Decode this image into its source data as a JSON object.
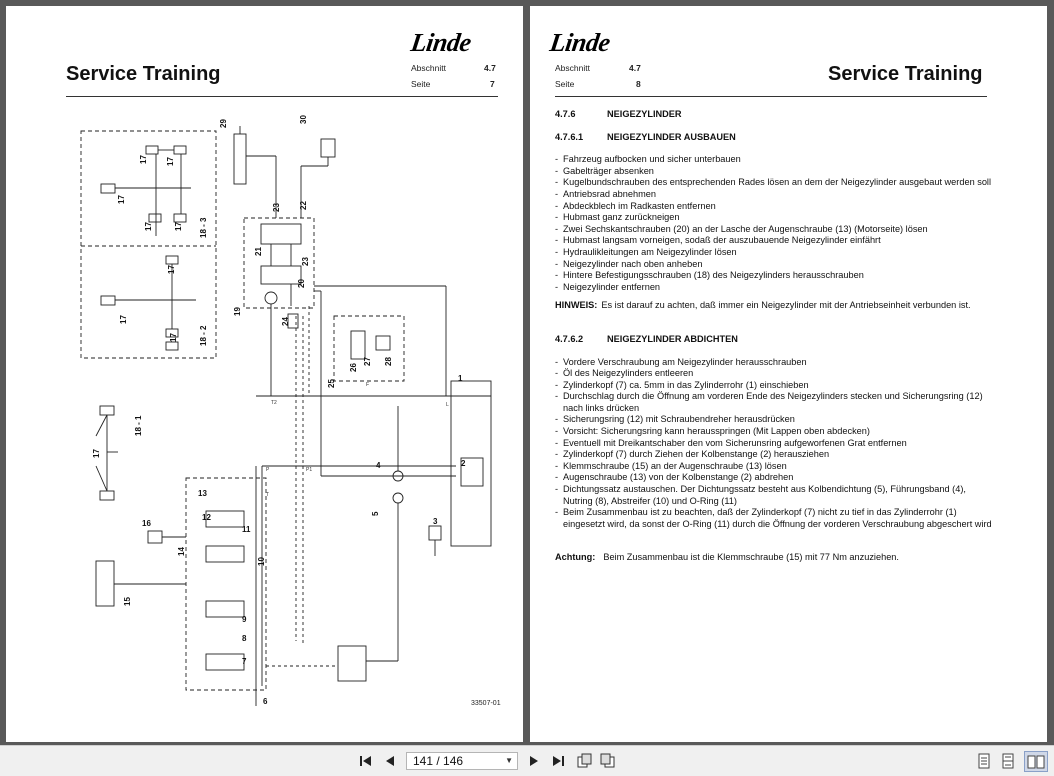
{
  "left_page": {
    "logo": "Linde",
    "title": "Service Training",
    "section_label": "Abschnitt",
    "section_value": "4.7",
    "page_label": "Seite",
    "page_value": "7",
    "figure_code": "33507-01",
    "callouts": [
      "29",
      "30",
      "17",
      "17",
      "17",
      "17",
      "18 - 3",
      "23",
      "22",
      "21",
      "23",
      "20",
      "19",
      "24",
      "27",
      "26",
      "28",
      "25",
      "1",
      "17",
      "17",
      "17",
      "18 - 2",
      "18 - 1",
      "17",
      "4",
      "2",
      "5",
      "3",
      "16",
      "13",
      "12",
      "11",
      "14",
      "15",
      "10",
      "9",
      "8",
      "7",
      "6",
      "P",
      "P1",
      "L",
      "T",
      "T2",
      "F"
    ]
  },
  "right_page": {
    "logo": "Linde",
    "title": "Service Training",
    "section_label": "Abschnitt",
    "section_value": "4.7",
    "page_label": "Seite",
    "page_value": "8",
    "h1": {
      "num": "4.7.6",
      "text": "NEIGEZYLINDER"
    },
    "h2": {
      "num": "4.7.6.1",
      "text": "NEIGEZYLINDER AUSBAUEN"
    },
    "list1": [
      "Fahrzeug aufbocken und sicher unterbauen",
      "Gabelträger absenken",
      "Kugelbundschrauben des entsprechenden Rades lösen an dem der Neigezylinder ausgebaut werden soll",
      "Antriebsrad abnehmen",
      "Abdeckblech im Radkasten entfernen",
      "Hubmast ganz zurückneigen",
      "Zwei Sechskantschrauben (20) an der Lasche der Augenschraube (13) (Motorseite) lösen",
      "Hubmast langsam vorneigen, sodaß der auszubauende Neigezylinder einfährt",
      "Hydraulikleitungen am Neigezylinder lösen",
      "Neigezylinder nach oben anheben",
      "Hintere Befestigungsschrauben (18) des Neigezylinders herausschrauben",
      "Neigezylinder entfernen"
    ],
    "hinweis_label": "HINWEIS:",
    "hinweis_text": "Es ist darauf zu achten, daß immer ein Neigezylinder mit der Antriebseinheit verbunden ist.",
    "h3": {
      "num": "4.7.6.2",
      "text": "NEIGEZYLINDER ABDICHTEN"
    },
    "list2": [
      "Vordere Verschraubung am Neigezylinder herausschrauben",
      "Öl des Neigezylinders entleeren",
      "Zylinderkopf (7) ca. 5mm in das Zylinderrohr (1) einschieben",
      "Durchschlag durch die Öffnung am vorderen Ende des Neigezylinders stecken und Sicherungsring (12) nach links drücken",
      "Sicherungsring (12) mit Schraubendreher herausdrücken",
      "Vorsicht:  Sicherungsring kann herausspringen (Mit Lappen oben abdecken)",
      "Eventuell mit Dreikantschaber den vom Sicherunsring aufgeworfenen Grat entfernen",
      "Zylinderkopf (7) durch Ziehen der Kolbenstange (2) herausziehen",
      "Klemmschraube (15) an der Augenschraube (13) lösen",
      "Augenschraube (13) von der Kolbenstange (2) abdrehen",
      "Dichtungssatz austauschen. Der Dichtungssatz besteht aus Kolbendichtung (5), Führungsband (4), Nutring (8), Abstreifer (10) und O-Ring (11)",
      "Beim Zusammenbau ist zu beachten, daß der Zylinderkopf (7) nicht zu tief in das Zylinderrohr (1) eingesetzt wird, da sonst der O-Ring (11) durch die Öffnung der vorderen Verschraubung  abgeschert wird"
    ],
    "achtung_label": "Achtung:",
    "achtung_text": "Beim Zusammenbau ist die Klemmschraube (15) mit 77 Nm anzuziehen."
  },
  "toolbar": {
    "page_indicator": "141 / 146",
    "icons": [
      "first-page-icon",
      "prev-page-icon",
      "page-select",
      "next-page-icon",
      "last-page-icon",
      "rotate-icon",
      "rotate-alt-icon",
      "single-page-view-icon",
      "continuous-view-icon",
      "two-page-view-icon"
    ]
  }
}
